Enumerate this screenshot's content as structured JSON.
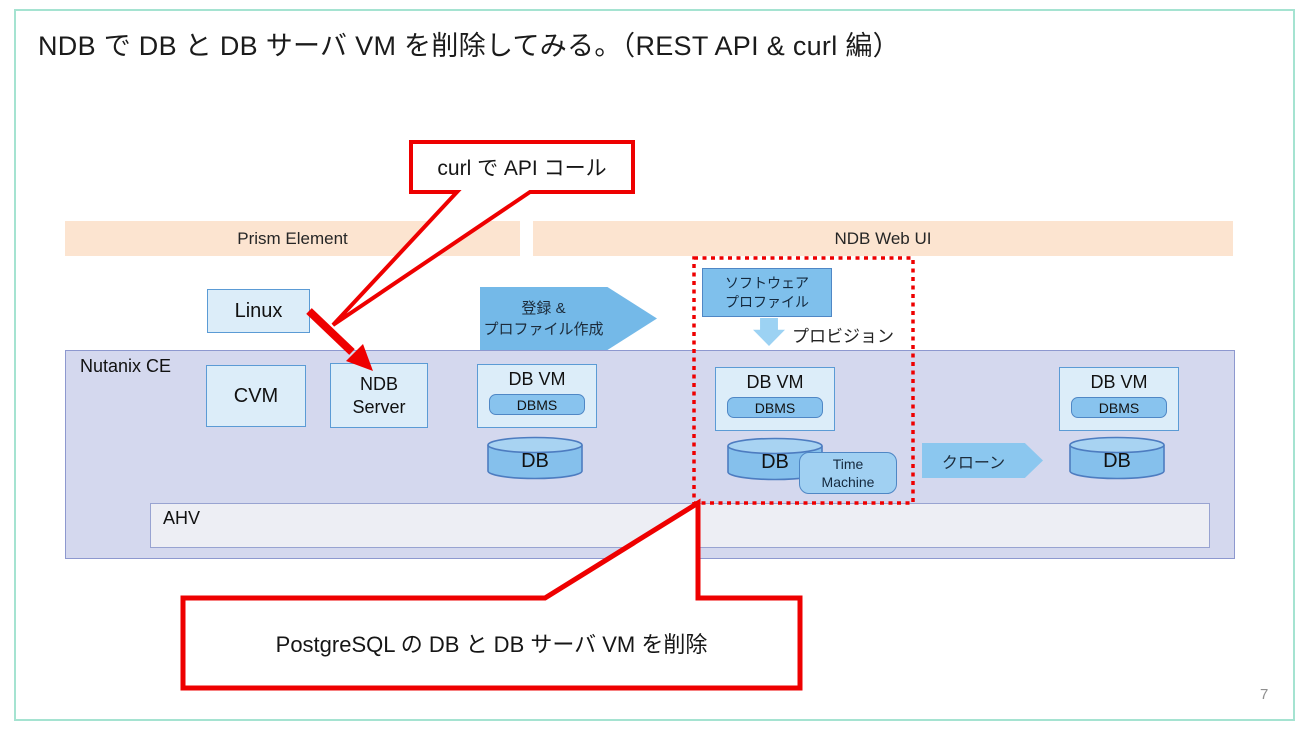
{
  "slide": {
    "title": "NDB で DB と DB サーバ VM を削除してみる。（REST API & curl 編）",
    "page_number": "7"
  },
  "callouts": {
    "top": "curl で API コール",
    "bottom": "PostgreSQL の DB と DB サーバ VM を削除"
  },
  "bands": {
    "prism_element": "Prism Element",
    "ndb_web_ui": "NDB Web UI"
  },
  "containers": {
    "nutanix_ce": "Nutanix CE",
    "ahv": "AHV"
  },
  "nodes": {
    "linux": "Linux",
    "cvm": "CVM",
    "ndb_server_line1": "NDB",
    "ndb_server_line2": "Server",
    "db_vm": "DB VM",
    "dbms": "DBMS",
    "db": "DB",
    "software_profile_line1": "ソフトウェア",
    "software_profile_line2": "プロファイル",
    "time_machine_line1": "Time",
    "time_machine_line2": "Machine"
  },
  "arrows": {
    "register_line1": "登録 &",
    "register_line2": "プロファイル作成",
    "provision": "プロビジョン",
    "clone": "クローン"
  },
  "colors": {
    "accent_red": "#ee0000",
    "band_peach": "#fce4d0",
    "container_lavender": "#d4d8ee",
    "box_light_blue": "#dcedf9",
    "box_mid_blue": "#88c3ee",
    "arrow_blue": "#74b9e8",
    "border_blue": "#5b9bd5",
    "slide_border_teal": "#a5e3d1",
    "ahv_gray": "#edeef4"
  }
}
